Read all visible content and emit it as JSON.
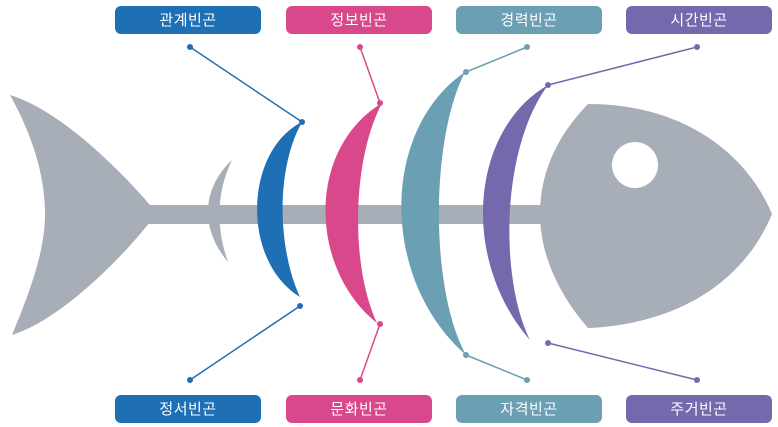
{
  "labels": {
    "relationship": "관계빈곤",
    "information": "정보빈곤",
    "career": "경력빈곤",
    "time": "시간빈곤",
    "emotion": "정서빈곤",
    "culture": "문화빈곤",
    "qualification": "자격빈곤",
    "housing": "주거빈곤"
  },
  "colors": {
    "skeleton": "#a8aeb8",
    "blue": "#1f6fb5",
    "pink": "#d9488a",
    "teal": "#6b9fb3",
    "purple": "#7569ad",
    "background": "#ffffff"
  }
}
